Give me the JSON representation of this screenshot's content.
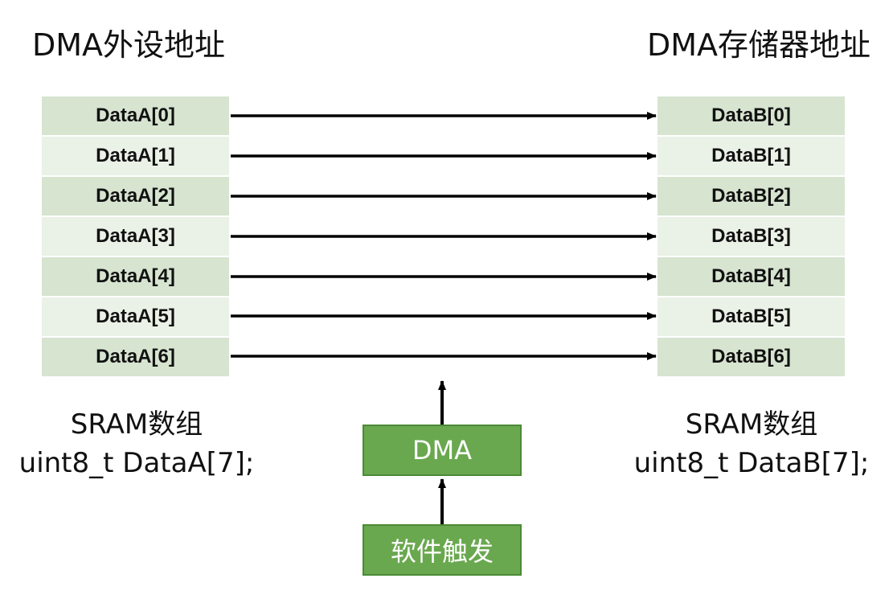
{
  "left": {
    "title": "DMA外设地址",
    "cells": [
      "DataA[0]",
      "DataA[1]",
      "DataA[2]",
      "DataA[3]",
      "DataA[4]",
      "DataA[5]",
      "DataA[6]"
    ],
    "caption_line1": "SRAM数组",
    "caption_line2": "uint8_t DataA[7];"
  },
  "right": {
    "title": "DMA存储器地址",
    "cells": [
      "DataB[0]",
      "DataB[1]",
      "DataB[2]",
      "DataB[3]",
      "DataB[4]",
      "DataB[5]",
      "DataB[6]"
    ],
    "caption_line1": "SRAM数组",
    "caption_line2": "uint8_t DataB[7];"
  },
  "dma_box": {
    "label": "DMA"
  },
  "trigger_box": {
    "label": "软件触发"
  },
  "colors": {
    "cell_dark": "#d6e4d0",
    "cell_light": "#eaf1e6",
    "box_green": "#6aa84f",
    "arrow": "#000000"
  }
}
